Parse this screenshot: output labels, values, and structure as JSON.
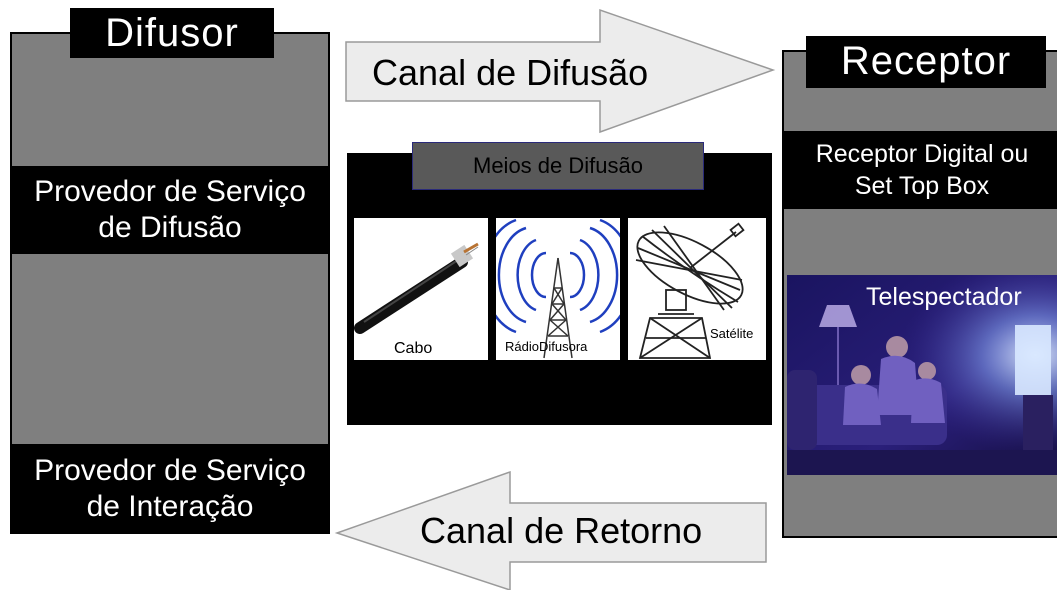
{
  "difusor": {
    "title": "Difusor",
    "provedor_difusao": "Provedor de Serviço\nde Difusão",
    "provedor_interacao": "Provedor de Serviço\nde Interação"
  },
  "arrows": {
    "canal_difusao": "Canal de Difusão",
    "canal_retorno": "Canal de Retorno"
  },
  "meios": {
    "title": "Meios de Difusão",
    "items": [
      {
        "label": "Cabo",
        "icon": "coaxial-cable-icon"
      },
      {
        "label": "RádioDifusora",
        "icon": "radio-tower-icon"
      },
      {
        "label": "Satélite",
        "icon": "satellite-dish-icon"
      }
    ]
  },
  "receptor": {
    "title": "Receptor",
    "digital": "Receptor Digital ou\nSet Top Box",
    "telespectador": "Telespectador"
  },
  "colors": {
    "box_gray": "#7f7f7f",
    "band_black": "#000000",
    "arrow_fill": "#ececec",
    "radio_wave_blue": "#1f3fbf"
  }
}
